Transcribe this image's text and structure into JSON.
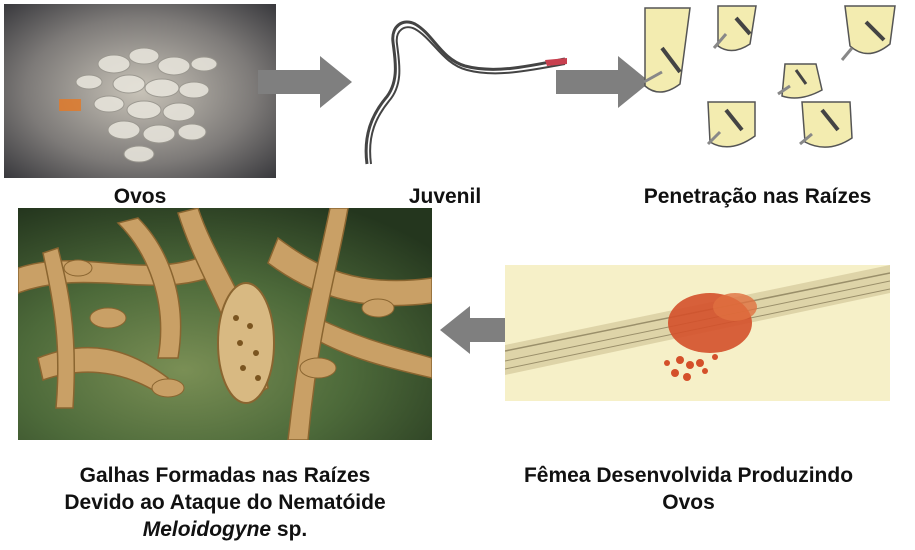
{
  "stages": {
    "eggs": "Ovos",
    "juvenile": "Juvenil",
    "penetration": "Penetração nas Raízes",
    "female": {
      "line1": "Fêmea Desenvolvida Produzindo",
      "line2": "Ovos"
    },
    "galls": {
      "line1": "Galhas Formadas nas Raízes",
      "line2": "Devido ao Ataque do Nematóide",
      "genus": "Meloidogyne",
      "species_suffix": " sp."
    }
  },
  "colors": {
    "arrow": "#7f7f7f",
    "root_tan": "#c9a066",
    "root_tip": "#f3ecb0",
    "egg_mass": "#d4502a",
    "photo_bg_green": "#4d6a3a"
  }
}
